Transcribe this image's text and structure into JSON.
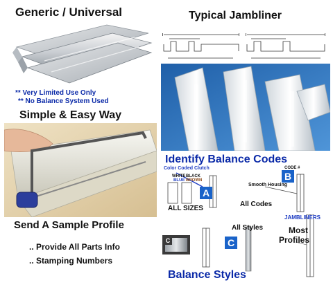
{
  "generic": {
    "title": "Generic / Universal",
    "notes": [
      "** Very Limited Use Only",
      "** No Balance System Used"
    ]
  },
  "jambliner": {
    "title": "Typical Jambliner"
  },
  "simple": {
    "title": "Simple & Easy Way"
  },
  "sample": {
    "title": "Send A Sample Profile",
    "bullets": [
      ".. Provide All Parts Info",
      ".. Stamping Numbers"
    ]
  },
  "codes": {
    "title": "Identify Balance Codes",
    "clutch_label": "Color Coded Clutch",
    "white": "WHITE",
    "blue": "BLUE",
    "black": "BLACK",
    "brown": "BROWN",
    "code_label": "CODE #",
    "smooth_housing": "Smooth Housing",
    "letter_a": "A",
    "letter_b": "B",
    "all_sizes": "ALL SIZES",
    "all_codes": "All Codes"
  },
  "styles": {
    "title": "Balance Styles",
    "letter_c_small": "C",
    "letter_c": "C",
    "all_styles": "All Styles",
    "jambliners": "JAMBLINERS",
    "most": "Most",
    "profiles": "Profiles"
  },
  "colors": {
    "heading_blue": "#0b2aa8",
    "letter_box_blue": "#1a63c9"
  }
}
